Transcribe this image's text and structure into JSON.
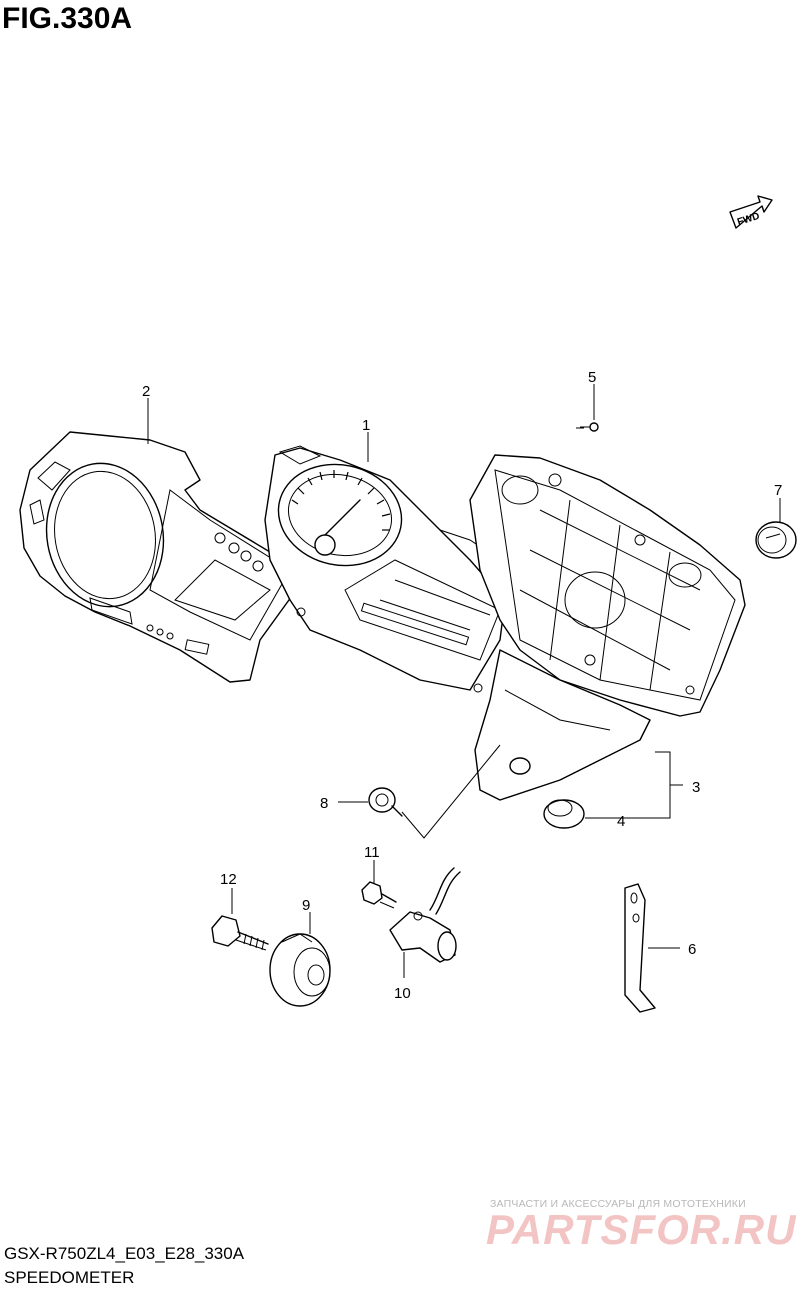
{
  "figure": {
    "title": "FIG.330A",
    "model_code": "GSX-R750ZL4_E03_E28_330A",
    "section_name": "SPEEDOMETER",
    "direction_marker": "FWD"
  },
  "watermark": {
    "tagline": "ЗАПЧАСТИ И АКСЕССУАРЫ ДЛЯ МОТОТЕХНИКИ",
    "logo_text": "PARTSFOR.RU",
    "color": "#f3c4c4"
  },
  "callouts": {
    "c1": "1",
    "c2": "2",
    "c3": "3",
    "c4": "4",
    "c5": "5",
    "c6": "6",
    "c7": "7",
    "c8": "8",
    "c9": "9",
    "c10": "10",
    "c11": "11",
    "c12": "12"
  },
  "parts": [
    {
      "ref": "1",
      "icon": "speedometer-assembly-icon"
    },
    {
      "ref": "2",
      "icon": "meter-cover-icon"
    },
    {
      "ref": "3",
      "icon": "meter-case-icon"
    },
    {
      "ref": "4",
      "icon": "cushion-icon"
    },
    {
      "ref": "5",
      "icon": "screw-icon"
    },
    {
      "ref": "6",
      "icon": "clamp-icon"
    },
    {
      "ref": "7",
      "icon": "grommet-icon"
    },
    {
      "ref": "8",
      "icon": "bolt-icon"
    },
    {
      "ref": "9",
      "icon": "cushion-icon"
    },
    {
      "ref": "10",
      "icon": "speed-sensor-icon"
    },
    {
      "ref": "11",
      "icon": "bolt-icon"
    },
    {
      "ref": "12",
      "icon": "bolt-icon"
    }
  ]
}
